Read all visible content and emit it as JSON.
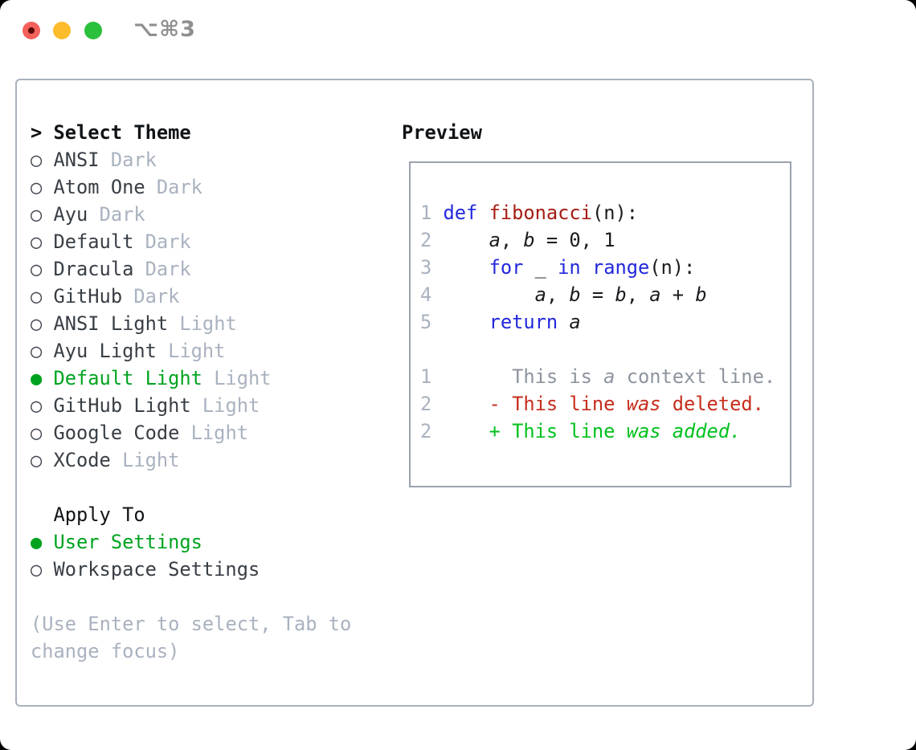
{
  "window": {
    "shortcut": "⌥⌘3"
  },
  "left": {
    "prompt": ">",
    "title": "Select Theme",
    "radio_unselected": "○",
    "radio_selected": "●",
    "themes": [
      {
        "name": "ANSI",
        "tag": "Dark",
        "selected": false
      },
      {
        "name": "Atom One",
        "tag": "Dark",
        "selected": false
      },
      {
        "name": "Ayu",
        "tag": "Dark",
        "selected": false
      },
      {
        "name": "Default",
        "tag": "Dark",
        "selected": false
      },
      {
        "name": "Dracula",
        "tag": "Dark",
        "selected": false
      },
      {
        "name": "GitHub",
        "tag": "Dark",
        "selected": false
      },
      {
        "name": "ANSI Light",
        "tag": "Light",
        "selected": false
      },
      {
        "name": "Ayu Light",
        "tag": "Light",
        "selected": false
      },
      {
        "name": "Default Light",
        "tag": "Light",
        "selected": true
      },
      {
        "name": "GitHub Light",
        "tag": "Light",
        "selected": false
      },
      {
        "name": "Google Code",
        "tag": "Light",
        "selected": false
      },
      {
        "name": "XCode",
        "tag": "Light",
        "selected": false
      }
    ],
    "apply_to": {
      "title": "Apply To",
      "options": [
        {
          "name": "User Settings",
          "selected": true
        },
        {
          "name": "Workspace Settings",
          "selected": false
        }
      ]
    },
    "hint_lines": [
      "(Use Enter to select, Tab to",
      "change focus)"
    ]
  },
  "preview": {
    "title": "Preview",
    "lines": [
      {
        "num": "1",
        "kind": "code",
        "tokens": [
          [
            "def",
            "kw"
          ],
          [
            " ",
            "pl"
          ],
          [
            "fibonacci",
            "fn"
          ],
          [
            "(n):",
            "pl"
          ]
        ]
      },
      {
        "num": "2",
        "kind": "code",
        "tokens": [
          [
            "    ",
            "pl"
          ],
          [
            "a",
            "var"
          ],
          [
            ", ",
            "pl"
          ],
          [
            "b",
            "var"
          ],
          [
            " = 0, 1",
            "pl"
          ]
        ]
      },
      {
        "num": "3",
        "kind": "code",
        "tokens": [
          [
            "    ",
            "pl"
          ],
          [
            "for",
            "kw"
          ],
          [
            " _ ",
            "pl"
          ],
          [
            "in",
            "kw"
          ],
          [
            " ",
            "pl"
          ],
          [
            "range",
            "kw"
          ],
          [
            "(n):",
            "pl"
          ]
        ]
      },
      {
        "num": "4",
        "kind": "code",
        "tokens": [
          [
            "        ",
            "pl"
          ],
          [
            "a",
            "var"
          ],
          [
            ", ",
            "pl"
          ],
          [
            "b",
            "var"
          ],
          [
            " = ",
            "pl"
          ],
          [
            "b",
            "var"
          ],
          [
            ", ",
            "pl"
          ],
          [
            "a",
            "var"
          ],
          [
            " + ",
            "pl"
          ],
          [
            "b",
            "var"
          ]
        ]
      },
      {
        "num": "5",
        "kind": "code",
        "tokens": [
          [
            "    ",
            "pl"
          ],
          [
            "return",
            "kw"
          ],
          [
            " ",
            "pl"
          ],
          [
            "a",
            "var"
          ]
        ]
      },
      {
        "num": "",
        "kind": "blank",
        "tokens": []
      },
      {
        "num": "1",
        "kind": "diff-context",
        "tokens": [
          [
            "      This is ",
            "ctx"
          ],
          [
            "a",
            "ctx_i"
          ],
          [
            " context line.",
            "ctx"
          ]
        ]
      },
      {
        "num": "2",
        "kind": "diff-deleted",
        "tokens": [
          [
            "    - This line ",
            "del"
          ],
          [
            "was",
            "del_i"
          ],
          [
            " deleted.",
            "del"
          ]
        ]
      },
      {
        "num": "2",
        "kind": "diff-added",
        "tokens": [
          [
            "    + This line ",
            "add"
          ],
          [
            "was",
            "add_i"
          ],
          [
            " ",
            "add"
          ],
          [
            "added.",
            "add_i"
          ]
        ]
      }
    ]
  },
  "colors": {
    "selected_green": "#00a31f",
    "keyword_blue": "#2127dd",
    "function_red": "#a51b12",
    "diff_deleted_red": "#c62d1c",
    "diff_added_green": "#00c11c",
    "tag_gray": "#a9b2bf",
    "context_gray": "#8d949e",
    "panel_border_gray": "#a9b1bb",
    "traffic_red": "#f4605a",
    "traffic_yellow": "#fdbc2e",
    "traffic_green": "#2ac03c"
  }
}
